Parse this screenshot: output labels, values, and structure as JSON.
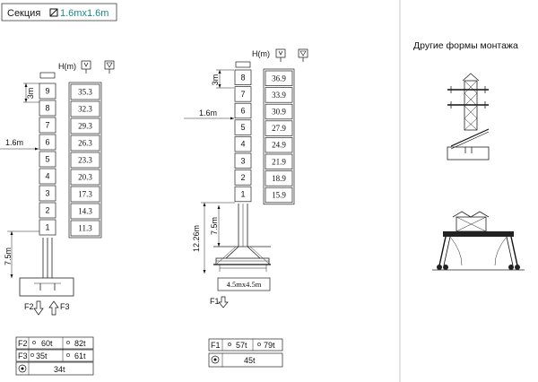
{
  "header": {
    "label": "Секция",
    "value": "1.6mx1.6m",
    "accent_color": "#1a8a8a"
  },
  "other_forms": {
    "title": "Другие формы монтажа"
  },
  "left_diagram": {
    "table_header": "H(m)",
    "sections": [
      "9",
      "8",
      "7",
      "6",
      "5",
      "4",
      "3",
      "2",
      "1"
    ],
    "heights": [
      "35.3",
      "32.3",
      "29.3",
      "26.3",
      "23.3",
      "20.3",
      "17.3",
      "14.3",
      "11.3"
    ],
    "dim_top": "3m",
    "dim_side": "1.6m",
    "dim_bottom": "7.5m",
    "force_left": "F2",
    "force_right": "F3",
    "forces": [
      {
        "label": "F2",
        "val1": "60t",
        "val2": "82t"
      },
      {
        "label": "F3",
        "val1": "35t",
        "val2": "61t"
      }
    ],
    "base_value": "34t"
  },
  "right_diagram": {
    "table_header": "H(m)",
    "sections": [
      "8",
      "7",
      "6",
      "5",
      "4",
      "3",
      "2",
      "1"
    ],
    "heights": [
      "36.9",
      "33.9",
      "30.9",
      "27.9",
      "24.9",
      "21.9",
      "18.9",
      "15.9"
    ],
    "dim_top": "3m",
    "dim_side": "1.6m",
    "dim_lower": "7.5m",
    "dim_total": "12.26m",
    "base_size": "4.5mx4.5m",
    "force": "F1",
    "forces": [
      {
        "label": "F1",
        "val1": "57t",
        "val2": "79t"
      }
    ],
    "base_value": "45t"
  }
}
